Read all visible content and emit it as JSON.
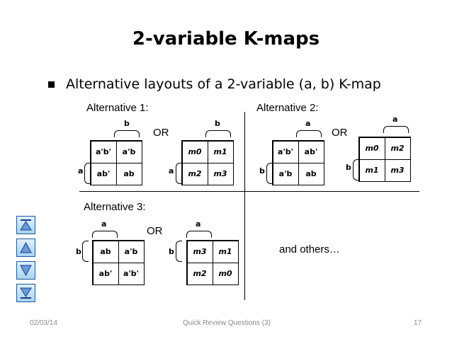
{
  "slide": {
    "title": "2-variable K-maps",
    "bullet": "Alternative layouts of a 2-variable (a, b) K-map",
    "alt1": "Alternative 1:",
    "alt2": "Alternative 2:",
    "alt3": "Alternative 3:",
    "or": "OR",
    "others": "and others…"
  },
  "maps": {
    "m1a": {
      "top": "b",
      "side": "a",
      "cells": [
        "a'b'",
        "a'b",
        "ab'",
        "ab"
      ]
    },
    "m1b": {
      "top": "b",
      "side": "a",
      "cells": [
        "m0",
        "m1",
        "m2",
        "m3"
      ]
    },
    "m2a": {
      "top": "a",
      "side": "b",
      "cells": [
        "a'b'",
        "ab'",
        "a'b",
        "ab"
      ]
    },
    "m2b": {
      "top": "a",
      "side": "b",
      "cells": [
        "m0",
        "m2",
        "m1",
        "m3"
      ]
    },
    "m3a": {
      "top": "a",
      "side": "b",
      "cells": [
        "ab",
        "a'b",
        "ab'",
        "a'b'"
      ]
    },
    "m3b": {
      "top": "a",
      "side": "b",
      "cells": [
        "m3",
        "m1",
        "m2",
        "m0"
      ]
    }
  },
  "footer": {
    "date": "02/03/14",
    "center": "Quick Review Questions (3)",
    "page": "17"
  },
  "nav_icons": [
    "first-slide-icon",
    "previous-slide-icon",
    "next-slide-icon",
    "last-slide-icon"
  ]
}
